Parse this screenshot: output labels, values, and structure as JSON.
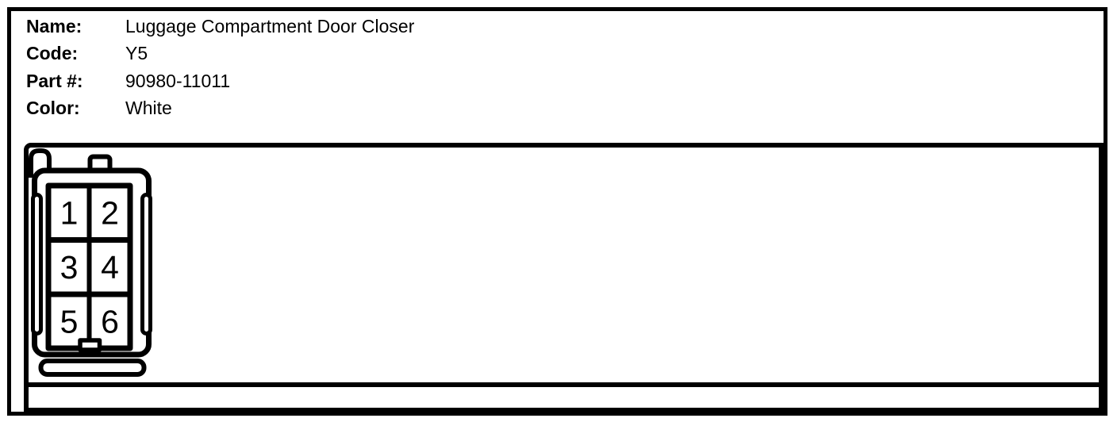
{
  "header": {
    "fields": [
      {
        "label": "Name:",
        "value": "Luggage Compartment Door Closer"
      },
      {
        "label": "Code:",
        "value": "Y5"
      },
      {
        "label": "Part #:",
        "value": "90980-11011"
      },
      {
        "label": "Color:",
        "value": "White"
      }
    ]
  },
  "diagram": {
    "connector": {
      "grid": {
        "rows": 3,
        "cols": 2
      },
      "pins": [
        "1",
        "2",
        "3",
        "4",
        "5",
        "6"
      ]
    }
  },
  "colors": {
    "line": "#000000",
    "background": "#ffffff"
  }
}
